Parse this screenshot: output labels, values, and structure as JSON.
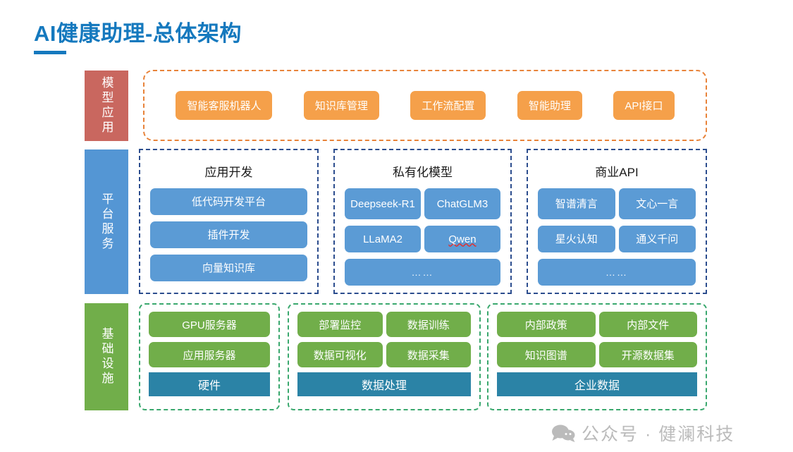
{
  "title": "AI健康助理-总体架构",
  "colors": {
    "title": "#1579BE",
    "band_apps": "#C9675F",
    "band_platform": "#5496D4",
    "band_infra": "#71AE4A",
    "chip_orange": "#F5A04A",
    "chip_blue": "#5B9BD5",
    "chip_green": "#71AE4A",
    "bar_teal": "#2B83A6",
    "dash_orange": "#E8833A",
    "dash_blue": "#2C4D8E",
    "dash_green": "#3AA86E"
  },
  "bands": {
    "applications": "模型应用",
    "platform": "平台服务",
    "infrastructure": "基础设施"
  },
  "applications": {
    "items": [
      "智能客服机器人",
      "知识库管理",
      "工作流配置",
      "智能助理",
      "API接口"
    ]
  },
  "platform": {
    "panels": [
      {
        "title": "应用开发",
        "items": [
          "低代码开发平台",
          "插件开发",
          "向量知识库"
        ]
      },
      {
        "title": "私有化模型",
        "row1": [
          "Deepseek-R1",
          "ChatGLM3"
        ],
        "row2": [
          "LLaMA2",
          "Qwen"
        ],
        "more": "……"
      },
      {
        "title": "商业API",
        "row1": [
          "智谱清言",
          "文心一言"
        ],
        "row2": [
          "星火认知",
          "通义千问"
        ],
        "more": "……"
      }
    ]
  },
  "infrastructure": {
    "groups": [
      {
        "items": [
          "GPU服务器",
          "应用服务器"
        ],
        "footer": "硬件"
      },
      {
        "row1": [
          "部署监控",
          "数据训练"
        ],
        "row2": [
          "数据可视化",
          "数据采集"
        ],
        "footer": "数据处理"
      },
      {
        "row1": [
          "内部政策",
          "内部文件"
        ],
        "row2": [
          "知识图谱",
          "开源数据集"
        ],
        "footer": "企业数据"
      }
    ]
  },
  "watermark": {
    "icon": "wechat-bubble-icon",
    "text": "公众号 · 健澜科技"
  }
}
